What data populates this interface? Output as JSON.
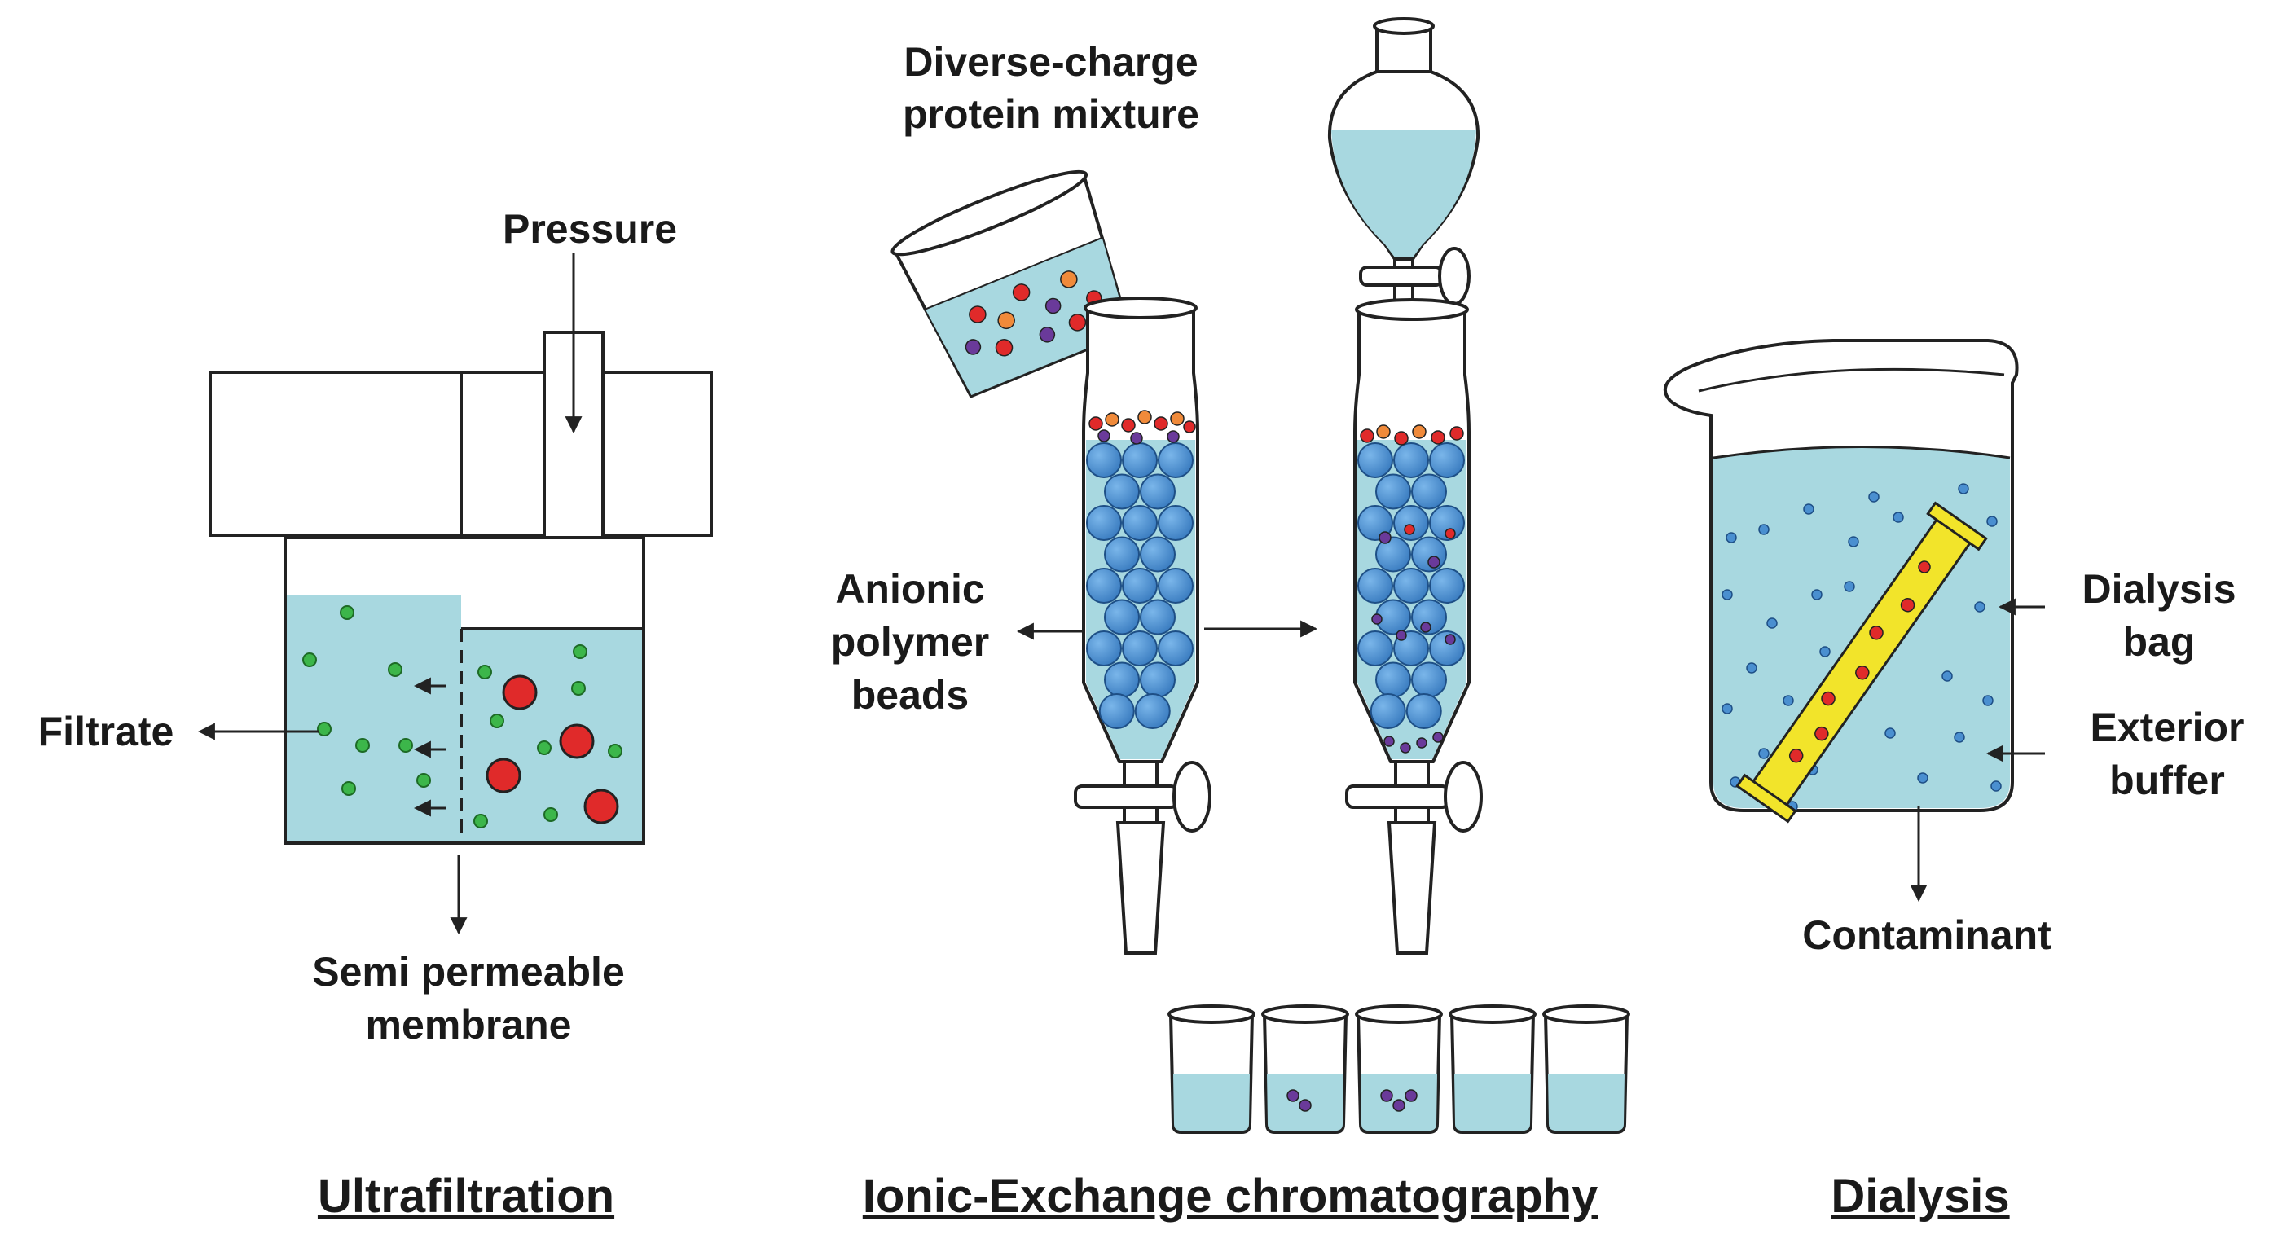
{
  "colors": {
    "water": "#a8d8e0",
    "water_dark": "#8fc9d3",
    "bead": "#4a8fd0",
    "bead_stroke": "#1e4f86",
    "small_particle": "#3cb64a",
    "large_particle": "#e02a2a",
    "dialysis_bag": "#f2e42a",
    "purple_particle": "#6a3a9a",
    "orange_particle": "#f08a3a",
    "outline": "#222222"
  },
  "ultrafiltration": {
    "title": "Ultrafiltration",
    "pressure_label": "Pressure",
    "filtrate_label": "Filtrate",
    "membrane_label_line1": "Semi permeable",
    "membrane_label_line2": "membrane"
  },
  "chromatography": {
    "title": "Ionic-Exchange chromatography",
    "mixture_label_line1": "Diverse-charge",
    "mixture_label_line2": "protein mixture",
    "beads_label_line1": "Anionic",
    "beads_label_line2": "polymer",
    "beads_label_line3": "beads"
  },
  "dialysis": {
    "title": "Dialysis",
    "bag_label_line1": "Dialysis",
    "bag_label_line2": "bag",
    "buffer_label_line1": "Exterior",
    "buffer_label_line2": "buffer",
    "contaminant_label": "Contaminant"
  }
}
